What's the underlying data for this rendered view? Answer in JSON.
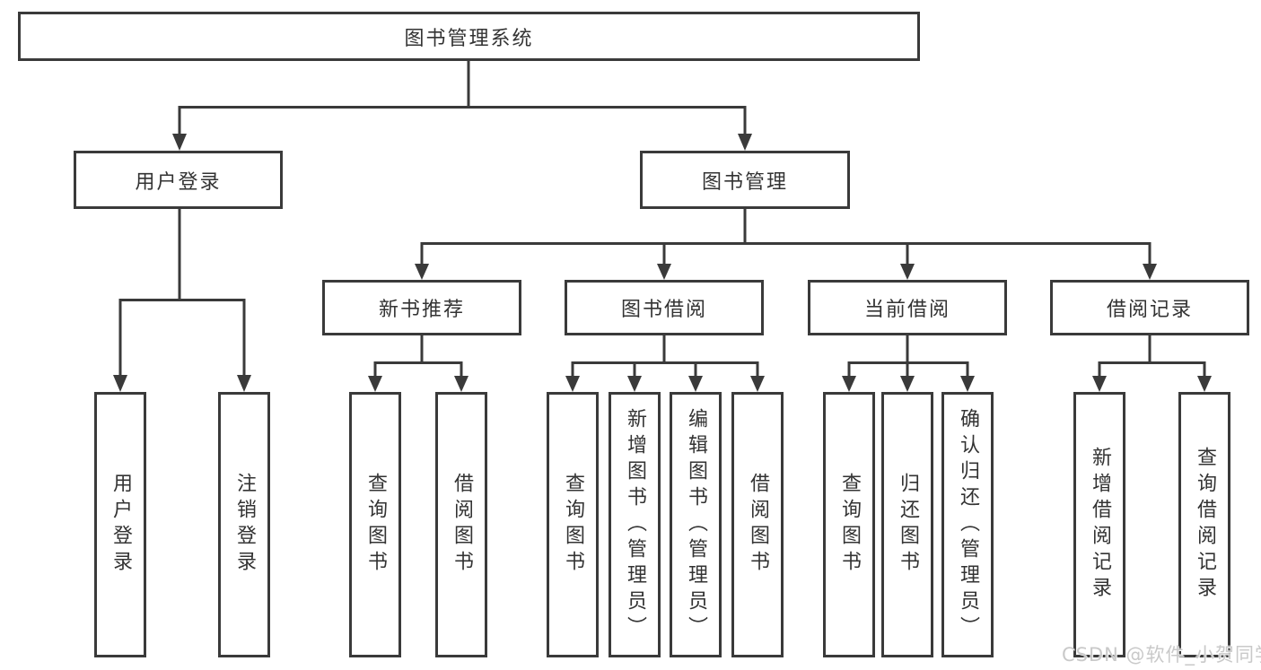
{
  "diagram": {
    "title": "图书管理系统",
    "type": "hierarchy-tree",
    "root": {
      "label": "图书管理系统"
    },
    "level2": [
      {
        "label": "用户登录"
      },
      {
        "label": "图书管理"
      }
    ],
    "level3": [
      {
        "label": "新书推荐",
        "parent": "图书管理"
      },
      {
        "label": "图书借阅",
        "parent": "图书管理"
      },
      {
        "label": "当前借阅",
        "parent": "图书管理"
      },
      {
        "label": "借阅记录",
        "parent": "图书管理"
      }
    ],
    "leaves": [
      {
        "label": "用户登录",
        "parent": "用户登录"
      },
      {
        "label": "注销登录",
        "parent": "用户登录"
      },
      {
        "label": "查询图书",
        "parent": "新书推荐"
      },
      {
        "label": "借阅图书",
        "parent": "新书推荐"
      },
      {
        "label": "查询图书",
        "parent": "图书借阅"
      },
      {
        "label": "新增图书（管理员）",
        "parent": "图书借阅"
      },
      {
        "label": "编辑图书（管理员）",
        "parent": "图书借阅"
      },
      {
        "label": "借阅图书",
        "parent": "图书借阅"
      },
      {
        "label": "查询图书",
        "parent": "当前借阅"
      },
      {
        "label": "归还图书",
        "parent": "当前借阅"
      },
      {
        "label": "确认归还（管理员）",
        "parent": "当前借阅"
      },
      {
        "label": "新增借阅记录",
        "parent": "借阅记录"
      },
      {
        "label": "查询借阅记录",
        "parent": "借阅记录"
      }
    ]
  },
  "watermark": {
    "text": "CSDN @软件_小贺同学"
  },
  "colors": {
    "line": "#3a3a3a",
    "border": "#3a3a3a",
    "text": "#333333",
    "background": "#ffffff",
    "watermark": "#c9c9c9"
  }
}
